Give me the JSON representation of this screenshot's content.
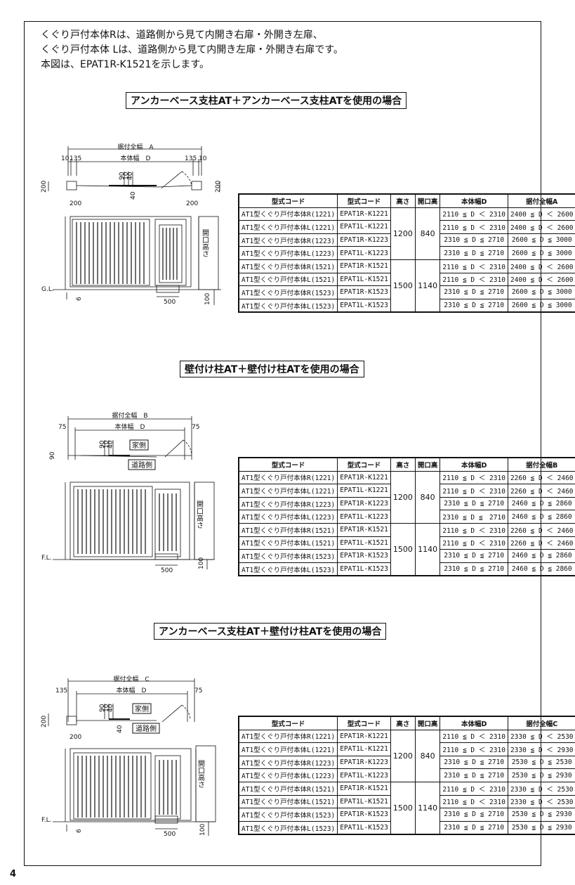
{
  "page_number": "4",
  "intro": [
    "くぐり戸付本体Rは、道路側から見て内開き右扉・外開き左扉、",
    "くぐり戸付本体 Lは、道路側から見て内開き左扉・外開き右扉です。",
    "本図は、EPAT1R-K1521を示します。"
  ],
  "labels": {
    "house_side": "家側",
    "road_side": "道路側",
    "gl": "G.L.",
    "fl": "F.L.",
    "opening_height": "開口高さ"
  },
  "sections": [
    {
      "title": "アンカーベース支柱AT＋アンカーベース支柱ATを使用の場合",
      "dims": {
        "overall": "据付全幅　A",
        "body": "本体幅　D",
        "left_out": "10",
        "left_in": "135",
        "right_in": "135",
        "right_out": "10",
        "post_left": "200",
        "post_right": "200",
        "side_left": "200",
        "side_right": "200",
        "leaf_a": "90",
        "leaf_b": "10",
        "leaf_c": "40",
        "leaf_d": "40",
        "bottom": "500",
        "gl_left": "6",
        "gl_right": "100"
      },
      "headers": [
        "型式コード",
        "型式コード",
        "高さ",
        "開口高",
        "本体幅D",
        "据付全幅A"
      ],
      "groups": [
        {
          "height": "1200",
          "opening": "840",
          "rows": [
            [
              "AT1型くぐり戸付本体R(1221)",
              "EPAT1R-K1221",
              "2110 ≦ D ＜ 2310",
              "2400 ≦ D ＜ 2600"
            ],
            [
              "AT1型くぐり戸付本体L(1221)",
              "EPAT1L-K1221",
              "2110 ≦ D ＜ 2310",
              "2400 ≦ D ＜ 2600"
            ],
            [
              "AT1型くぐり戸付本体R(1223)",
              "EPAT1R-K1223",
              "2310 ≦ D ≦ 2710",
              "2600 ≦ D ≦ 3000"
            ],
            [
              "AT1型くぐり戸付本体L(1223)",
              "EPAT1L-K1223",
              "2310 ≦ D ≦ 2710",
              "2600 ≦ D ≦ 3000"
            ]
          ]
        },
        {
          "height": "1500",
          "opening": "1140",
          "rows": [
            [
              "AT1型くぐり戸付本体R(1521)",
              "EPAT1R-K1521",
              "2110 ≦ D ＜ 2310",
              "2400 ≦ D ＜ 2600"
            ],
            [
              "AT1型くぐり戸付本体L(1521)",
              "EPAT1L-K1521",
              "2110 ≦ D ＜ 2310",
              "2400 ≦ D ＜ 2600"
            ],
            [
              "AT1型くぐり戸付本体R(1523)",
              "EPAT1R-K1523",
              "2310 ≦ D ≦ 2710",
              "2600 ≦ D ≦ 3000"
            ],
            [
              "AT1型くぐり戸付本体L(1523)",
              "EPAT1L-K1523",
              "2310 ≦ D ≦ 2710",
              "2600 ≦ D ≦ 3000"
            ]
          ]
        }
      ]
    },
    {
      "title": "壁付け柱AT＋壁付け柱ATを使用の場合",
      "dims": {
        "overall": "据付全幅　B",
        "body": "本体幅　D",
        "left_out": "75",
        "right_out": "75",
        "side_left": "90",
        "leaf_a": "90",
        "leaf_b": "10",
        "leaf_c": "40",
        "bottom": "500",
        "gl_right": "100"
      },
      "headers": [
        "型式コード",
        "型式コード",
        "高さ",
        "開口高",
        "本体幅D",
        "据付全幅B"
      ],
      "groups": [
        {
          "height": "1200",
          "opening": "840",
          "rows": [
            [
              "AT1型くぐり戸付本体R(1221)",
              "EPAT1R-K1221",
              "2110 ≦ D ＜ 2310",
              "2260 ≦ D ＜ 2460"
            ],
            [
              "AT1型くぐり戸付本体L(1221)",
              "EPAT1L-K1221",
              "2110 ≦ D ＜ 2310",
              "2260 ≦ D ＜ 2460"
            ],
            [
              "AT1型くぐり戸付本体R(1223)",
              "EPAT1R-K1223",
              "2310 ≦ D ≦ 2710",
              "2460 ≦ D ≦ 2860"
            ],
            [
              "AT1型くぐり戸付本体L(1223)",
              "EPAT1L-K1223",
              "2310 ≦ D ≦　2710",
              "2460 ≦ D ≦ 2860"
            ]
          ]
        },
        {
          "height": "1500",
          "opening": "1140",
          "rows": [
            [
              "AT1型くぐり戸付本体R(1521)",
              "EPAT1R-K1521",
              "2110 ≦ D ＜ 2310",
              "2260 ≦ D ＜ 2460"
            ],
            [
              "AT1型くぐり戸付本体L(1521)",
              "EPAT1L-K1521",
              "2110 ≦ D ＜ 2310",
              "2260 ≦ D ＜ 2460"
            ],
            [
              "AT1型くぐり戸付本体R(1523)",
              "EPAT1R-K1523",
              "2310 ≦ D ≦ 2710",
              "2460 ≦ D ≦ 2860"
            ],
            [
              "AT1型くぐり戸付本体L(1523)",
              "EPAT1L-K1523",
              "2310 ≦ D ≦ 2710",
              "2460 ≦ D ≦ 2860"
            ]
          ]
        }
      ]
    },
    {
      "title": "アンカーベース支柱AT＋壁付け柱ATを使用の場合",
      "dims": {
        "overall": "据付全幅　C",
        "body": "本体幅　D",
        "left_out": "135",
        "right_out": "75",
        "post_left": "200",
        "side_left": "200",
        "leaf_a": "90",
        "leaf_b": "10",
        "leaf_c": "40",
        "leaf_d": "40",
        "bottom": "500",
        "gl_left": "6",
        "gl_right": "100"
      },
      "headers": [
        "型式コード",
        "型式コード",
        "高さ",
        "開口高",
        "本体幅D",
        "据付全幅C"
      ],
      "groups": [
        {
          "height": "1200",
          "opening": "840",
          "rows": [
            [
              "AT1型くぐり戸付本体R(1221)",
              "EPAT1R-K1221",
              "2110 ≦ D ＜ 2310",
              "2330 ≦ D ＜ 2530"
            ],
            [
              "AT1型くぐり戸付本体L(1221)",
              "EPAT1L-K1221",
              "2110 ≦ D ＜ 2310",
              "2330 ≦ D ＜ 2930"
            ],
            [
              "AT1型くぐり戸付本体R(1223)",
              "EPAT1R-K1223",
              "2310 ≦ D ≦ 2710",
              "2530 ≦ D ≦ 2530"
            ],
            [
              "AT1型くぐり戸付本体L(1223)",
              "EPAT1L-K1223",
              "2310 ≦ D ≦ 2710",
              "2530 ≦ D ≦ 2930"
            ]
          ]
        },
        {
          "height": "1500",
          "opening": "1140",
          "rows": [
            [
              "AT1型くぐり戸付本体R(1521)",
              "EPAT1R-K1521",
              "2110 ≦ D ＜ 2310",
              "2330 ≦ D ＜ 2530"
            ],
            [
              "AT1型くぐり戸付本体L(1521)",
              "EPAT1L-K1521",
              "2110 ≦ D ＜ 2310",
              "2330 ≦ D ＜ 2530"
            ],
            [
              "AT1型くぐり戸付本体R(1523)",
              "EPAT1R-K1523",
              "2310 ≦ D ≦ 2710",
              "2530 ≦ D ≦ 2930"
            ],
            [
              "AT1型くぐり戸付本体L(1523)",
              "EPAT1L-K1523",
              "2310 ≦ D ≦ 2710",
              "2530 ≦ D ≦ 2930"
            ]
          ]
        }
      ]
    }
  ]
}
